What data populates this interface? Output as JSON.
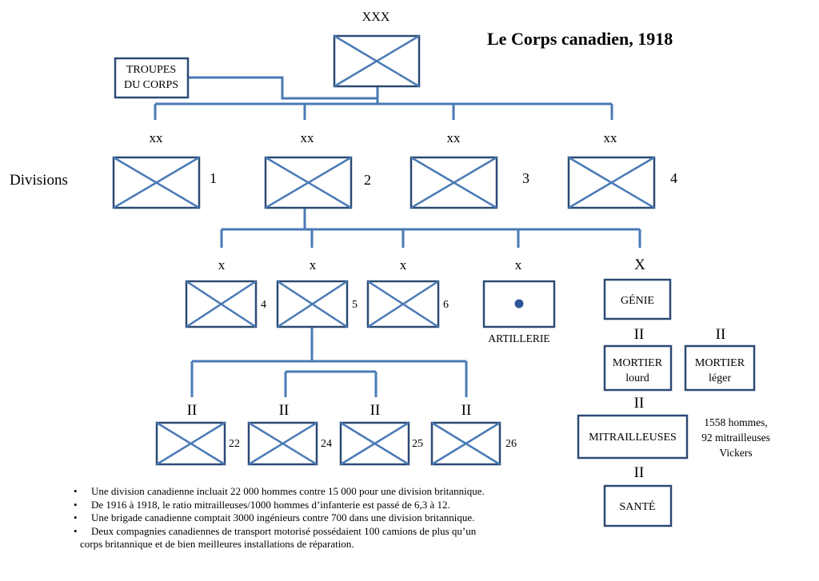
{
  "title": "Le Corps canadien, 1918",
  "corps": {
    "echelon": "XXX"
  },
  "corps_troops": {
    "line1": "TROUPES",
    "line2": "DU CORPS"
  },
  "divisions_label": "Divisions",
  "divisions": [
    {
      "echelon": "xx",
      "number": "1"
    },
    {
      "echelon": "xx",
      "number": "2"
    },
    {
      "echelon": "xx",
      "number": "3"
    },
    {
      "echelon": "xx",
      "number": "4"
    }
  ],
  "brigades": [
    {
      "echelon": "x",
      "number": "4"
    },
    {
      "echelon": "x",
      "number": "5"
    },
    {
      "echelon": "x",
      "number": "6"
    }
  ],
  "artillery": {
    "echelon": "x",
    "label": "ARTILLERIE"
  },
  "engineers": {
    "echelon": "X",
    "label": "GÉNIE"
  },
  "heavy_mortar": {
    "echelon": "II",
    "line1": "MORTIER",
    "line2": "lourd"
  },
  "light_mortar": {
    "echelon": "II",
    "line1": "MORTIER",
    "line2": "léger"
  },
  "machine_guns": {
    "echelon": "II",
    "label": "MITRAILLEUSES",
    "note": [
      "1558 hommes,",
      "92 mitrailleuses",
      "Vickers"
    ]
  },
  "medical": {
    "echelon": "II",
    "label": "SANTÉ"
  },
  "battalions": [
    {
      "echelon": "II",
      "number": "22"
    },
    {
      "echelon": "II",
      "number": "24"
    },
    {
      "echelon": "II",
      "number": "25"
    },
    {
      "echelon": "II",
      "number": "26"
    }
  ],
  "notes": [
    "Une division canadienne incluait 22 000 hommes contre 15 000 pour une division britannique.",
    "De 1916 à 1918, le ratio mitrailleuses/1000 hommes d’infanterie est passé de 6,3 à 12.",
    "Une brigade canadienne comptait 3000 ingénieurs contre 700 dans une division britannique.",
    "Deux compagnies canadiennes de transport motorisé possédaient 100 camions de plus qu’un"
  ],
  "notes_continuation": "corps britannique et de bien meilleures installations de réparation.",
  "colors": {
    "line": "#4a7ab5",
    "box": "#2b4a73",
    "dot": "#2f5597"
  }
}
